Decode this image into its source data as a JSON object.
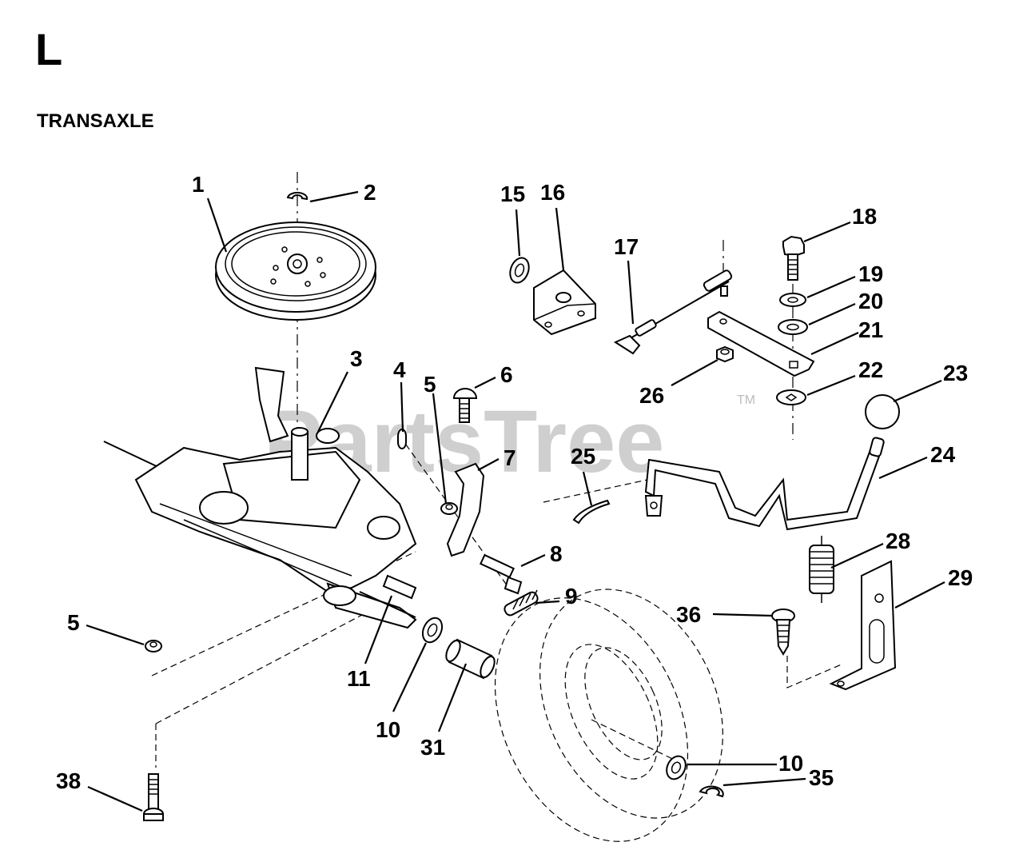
{
  "section": {
    "letter": "L",
    "title": "TRANSAXLE"
  },
  "watermark": {
    "text": "PartsTree",
    "tm": "TM"
  },
  "callouts": [
    {
      "id": "c1",
      "label": "1"
    },
    {
      "id": "c2",
      "label": "2"
    },
    {
      "id": "c3",
      "label": "3"
    },
    {
      "id": "c4",
      "label": "4"
    },
    {
      "id": "c5a",
      "label": "5"
    },
    {
      "id": "c6",
      "label": "6"
    },
    {
      "id": "c7",
      "label": "7"
    },
    {
      "id": "c8",
      "label": "8"
    },
    {
      "id": "c9",
      "label": "9"
    },
    {
      "id": "c5b",
      "label": "5"
    },
    {
      "id": "c11",
      "label": "11"
    },
    {
      "id": "c10a",
      "label": "10"
    },
    {
      "id": "c31",
      "label": "31"
    },
    {
      "id": "c38",
      "label": "38"
    },
    {
      "id": "c15",
      "label": "15"
    },
    {
      "id": "c16",
      "label": "16"
    },
    {
      "id": "c17",
      "label": "17"
    },
    {
      "id": "c18",
      "label": "18"
    },
    {
      "id": "c19",
      "label": "19"
    },
    {
      "id": "c20",
      "label": "20"
    },
    {
      "id": "c21",
      "label": "21"
    },
    {
      "id": "c22",
      "label": "22"
    },
    {
      "id": "c23",
      "label": "23"
    },
    {
      "id": "c24",
      "label": "24"
    },
    {
      "id": "c25",
      "label": "25"
    },
    {
      "id": "c26",
      "label": "26"
    },
    {
      "id": "c28",
      "label": "28"
    },
    {
      "id": "c29",
      "label": "29"
    },
    {
      "id": "c36",
      "label": "36"
    },
    {
      "id": "c10b",
      "label": "10"
    },
    {
      "id": "c35",
      "label": "35"
    }
  ]
}
